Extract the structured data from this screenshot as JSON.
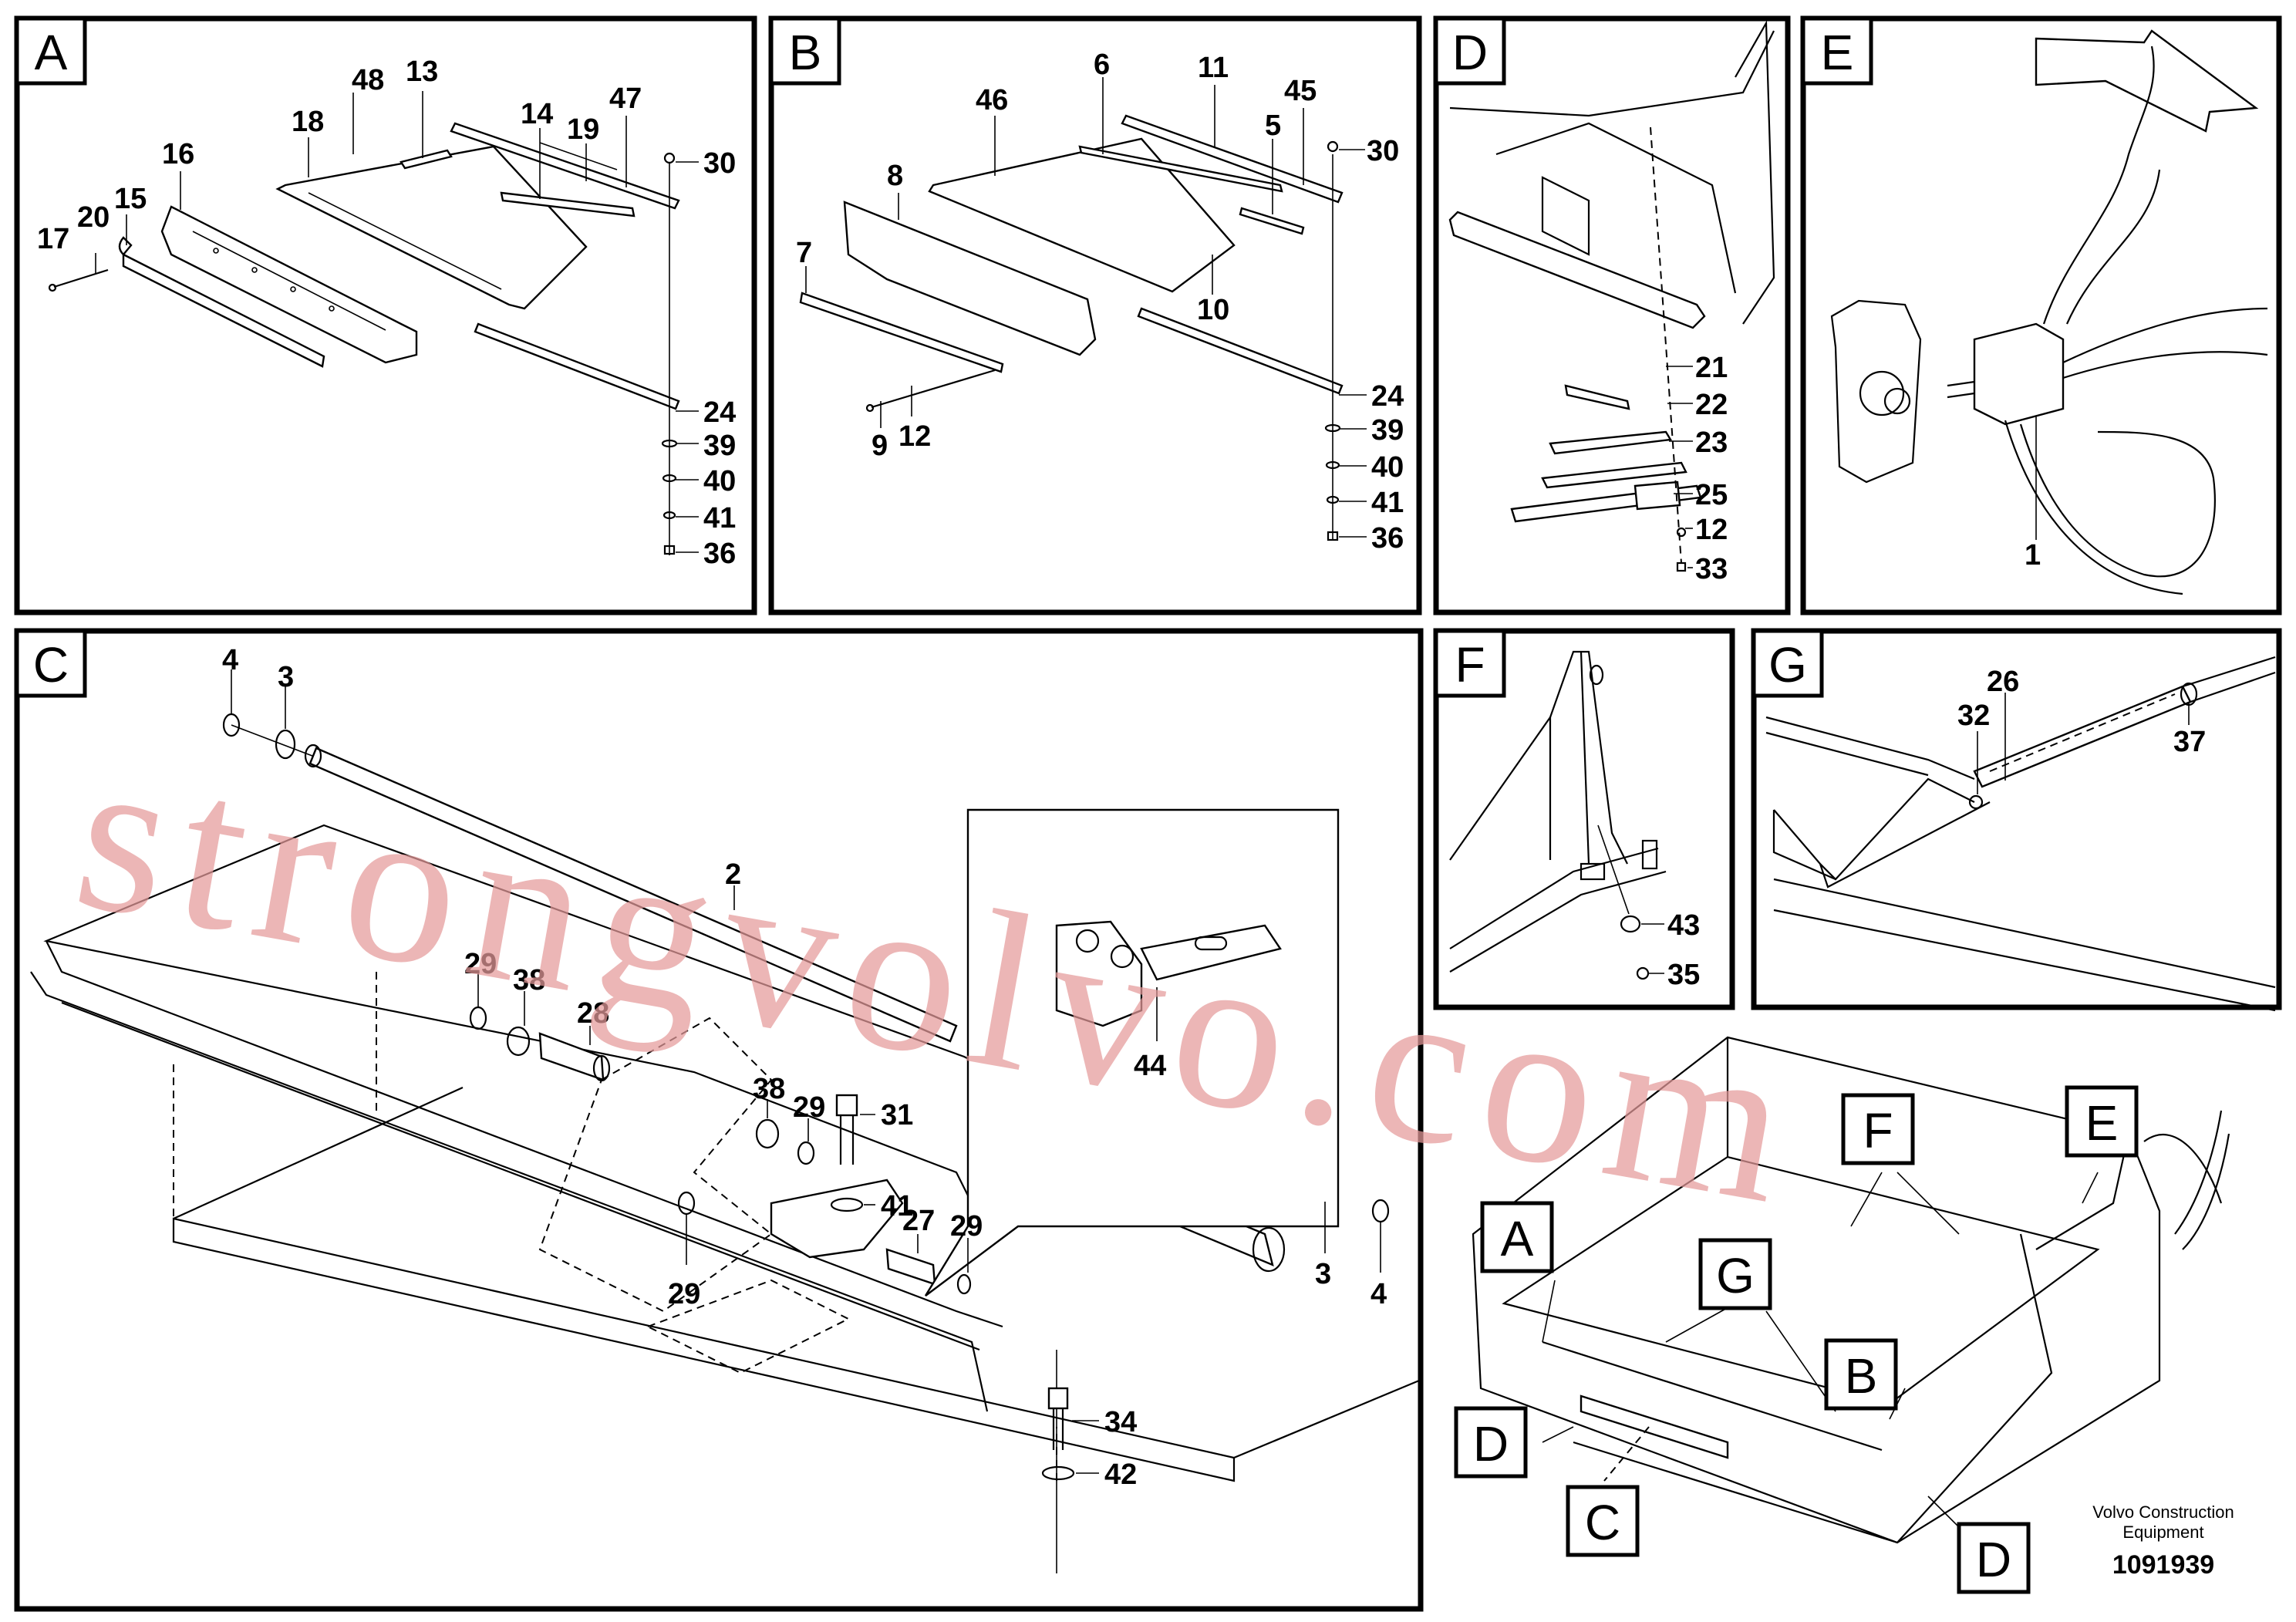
{
  "panels": {
    "A": {
      "letter": "A",
      "labels": [
        "48",
        "13",
        "18",
        "14",
        "19",
        "47",
        "30",
        "16",
        "17",
        "20",
        "15",
        "24",
        "39",
        "40",
        "41",
        "36"
      ]
    },
    "B": {
      "letter": "B",
      "labels": [
        "6",
        "11",
        "45",
        "46",
        "5",
        "30",
        "8",
        "7",
        "10",
        "9",
        "12",
        "24",
        "39",
        "40",
        "41",
        "36"
      ]
    },
    "C": {
      "letter": "C",
      "labels": [
        "4",
        "3",
        "2",
        "29",
        "38",
        "28",
        "38",
        "29",
        "31",
        "41",
        "27",
        "29",
        "29",
        "3",
        "4",
        "34",
        "42",
        "44"
      ]
    },
    "D": {
      "letter": "D",
      "labels": [
        "21",
        "22",
        "23",
        "25",
        "12",
        "33"
      ]
    },
    "E": {
      "letter": "E",
      "labels": [
        "1"
      ]
    },
    "F": {
      "letter": "F",
      "labels": [
        "43",
        "35"
      ]
    },
    "G": {
      "letter": "G",
      "labels": [
        "32",
        "26",
        "37"
      ]
    }
  },
  "overview_tags": [
    "F",
    "E",
    "A",
    "G",
    "B",
    "D",
    "C",
    "D"
  ],
  "footer": {
    "company_line1": "Volvo Construction",
    "company_line2": "Equipment",
    "doc_number": "1091939"
  },
  "watermark": "strongvolvo.com"
}
